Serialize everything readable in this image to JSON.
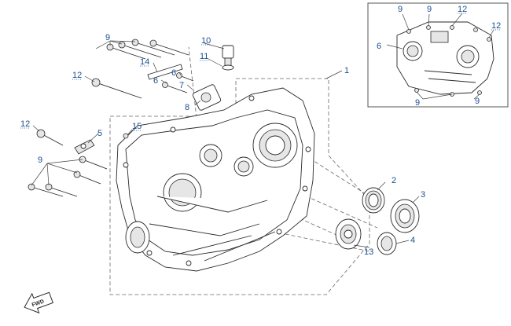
{
  "callouts": {
    "c1": "1",
    "c2": "2",
    "c3": "3",
    "c4": "4",
    "c5": "5",
    "c6": "6",
    "c7": "7",
    "c8": "8",
    "c9": "9",
    "c10": "10",
    "c11": "11",
    "c12": "12",
    "c13": "13",
    "c14": "14",
    "c15": "15"
  },
  "fwd_label": "FWD",
  "colors": {
    "callout": "#1a4f8f",
    "line": "#2a2a2a"
  }
}
